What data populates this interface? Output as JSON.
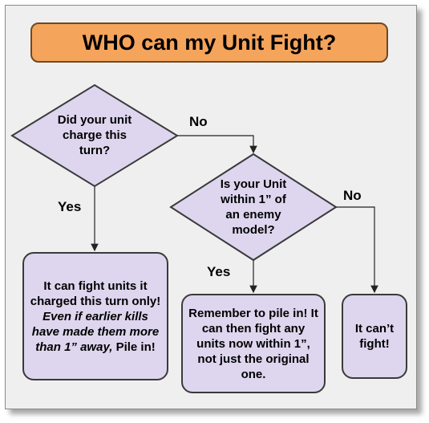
{
  "title": "WHO can my Unit Fight?",
  "decisions": {
    "charge": "Did your unit charge this turn?",
    "within": "Is your Unit within 1” of an enemy model?"
  },
  "edges": {
    "charge_no": "No",
    "charge_yes": "Yes",
    "within_no": "No",
    "within_yes": "Yes"
  },
  "outcomes": {
    "charged": {
      "part1": "It can fight units it charged this turn only!",
      "italic": "Even if earlier kills have made them more than 1” away,",
      "part2": "Pile in!"
    },
    "pile_in": "Remember to pile in! It can then fight any units now within 1”, not just the original one.",
    "cant": "It can’t fight!"
  },
  "colors": {
    "title_fill": "#f5a45b",
    "node_fill": "#ddd6ee",
    "panel_fill": "#efefef"
  }
}
